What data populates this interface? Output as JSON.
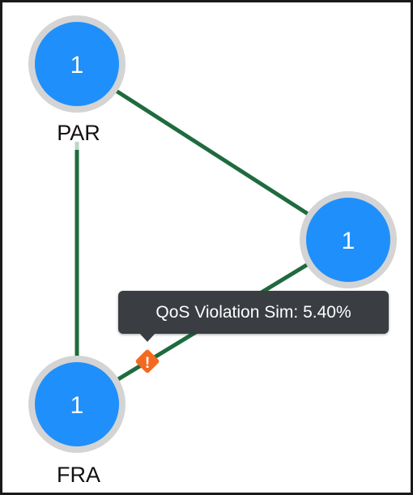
{
  "colors": {
    "node_fill": "#1f8ffb",
    "node_ring": "#d4d4d4",
    "link": "#1f6b3e",
    "warning": "#f26a21",
    "tooltip_bg": "#3a3d42"
  },
  "nodes": [
    {
      "id": "par",
      "count": "1",
      "label": "PAR"
    },
    {
      "id": "right",
      "count": "1",
      "label": ""
    },
    {
      "id": "fra",
      "count": "1",
      "label": "FRA"
    }
  ],
  "warning_badge": {
    "icon": "exclamation-icon",
    "glyph": "!"
  },
  "tooltip": {
    "text": "QoS Violation Sim: 5.40%"
  }
}
